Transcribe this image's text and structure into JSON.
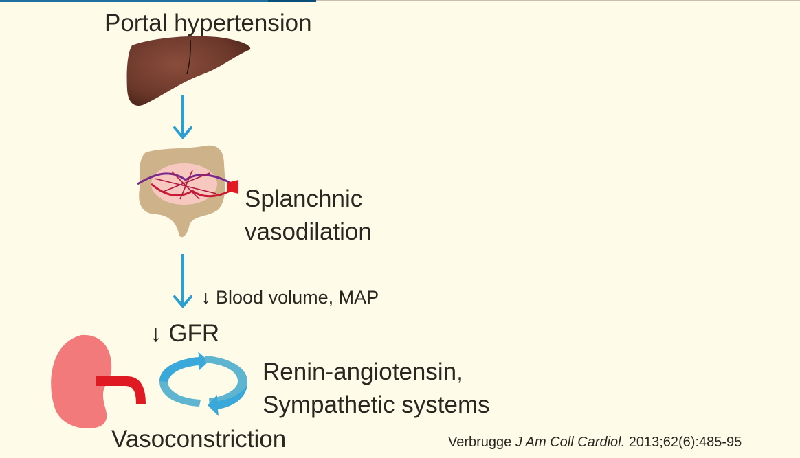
{
  "diagram": {
    "title": "Portal hypertension",
    "step2_line1": "Splanchnic",
    "step2_line2": "vasodilation",
    "step3_arrow": "↓",
    "step3_label": "Blood volume, MAP",
    "step4_arrow": "↓",
    "step4_label": "GFR",
    "step5_line1": "Renin-angiotensin,",
    "step5_line2": "Sympathetic systems",
    "step6_label": "Vasoconstriction",
    "citation": {
      "author": "Verbrugge",
      "journal": "J Am Coll Cardiol.",
      "details": "2013;62(6):485-95"
    },
    "colors": {
      "background": "#fefbe9",
      "flow_arrow": "#2a9fd0",
      "kidney": "#f27a7a",
      "vessel": "#e01a22",
      "cycle_arrow": "#3aa8d8",
      "liver": "#6e3a2c",
      "intestine": "#cdb28a"
    }
  }
}
